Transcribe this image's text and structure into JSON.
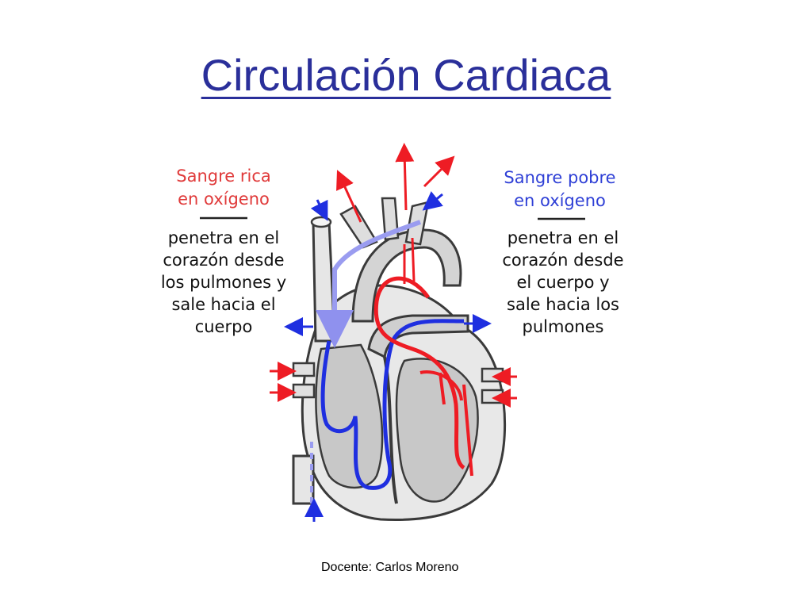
{
  "slide": {
    "title": "Circulación Cardiaca",
    "footer": "Docente: Carlos Moreno"
  },
  "diagram": {
    "left_label": {
      "heading": [
        "Sangre rica",
        "en oxígeno"
      ],
      "body": [
        "penetra en el",
        "corazón desde",
        "los pulmones y",
        "sale hacia el",
        "cuerpo"
      ],
      "color": "#e03a3a"
    },
    "right_label": {
      "heading": [
        "Sangre pobre",
        "en oxígeno"
      ],
      "body": [
        "penetra en el",
        "corazón desde",
        "el cuerpo y",
        "sale hacia los",
        "pulmones"
      ],
      "color": "#2e3fd6"
    },
    "colors": {
      "oxygenated": "#ee1c24",
      "deoxygenated": "#1f2fe0",
      "vena_cava": "#9a9cf0",
      "tissue": "#d9d9d9",
      "outline": "#3a3a3a"
    }
  }
}
